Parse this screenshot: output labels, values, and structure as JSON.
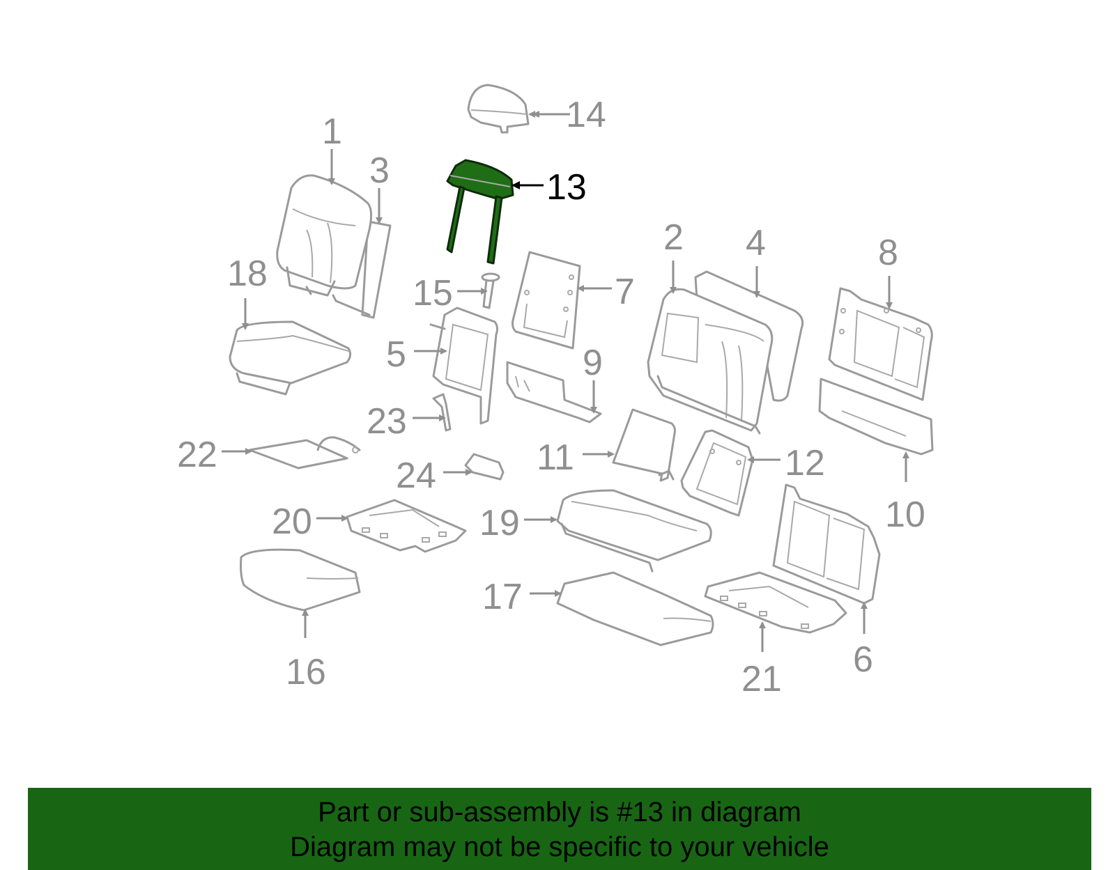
{
  "colors": {
    "highlight": "#1f6e16",
    "banner": "#186614",
    "line": "#9a9a9a",
    "label": "#8f8f8f"
  },
  "highlighted_callout": "13",
  "callouts": {
    "c1": "1",
    "c2": "2",
    "c3": "3",
    "c4": "4",
    "c5": "5",
    "c6": "6",
    "c7": "7",
    "c8": "8",
    "c9": "9",
    "c10": "10",
    "c11": "11",
    "c12": "12",
    "c13": "13",
    "c14": "14",
    "c15": "15",
    "c16": "16",
    "c17": "17",
    "c18": "18",
    "c19": "19",
    "c20": "20",
    "c21": "21",
    "c22": "22",
    "c23": "23",
    "c24": "24"
  },
  "banner": {
    "line1": "Part or sub-assembly is #13 in diagram",
    "line2": "Diagram may not be specific to your vehicle"
  }
}
